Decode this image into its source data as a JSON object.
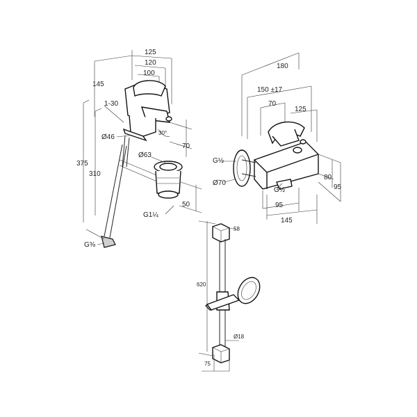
{
  "basin_mixer": {
    "dims": {
      "d125": "125",
      "d120": "120",
      "d100": "100",
      "d145": "145",
      "d1_30": "1-30",
      "d30deg": "30°",
      "d70": "70",
      "d46": "Ø46",
      "d375": "375",
      "d310": "310",
      "d63": "Ø63",
      "d50": "50",
      "g114": "G1¼",
      "g38": "G⅜"
    }
  },
  "bath_mixer": {
    "dims": {
      "d180": "180",
      "d150": "150 ±17",
      "d70": "70",
      "d125": "125",
      "g12_left": "G½",
      "d70dia": "Ø70",
      "g12_bottom": "G½",
      "d80": "80",
      "d95_right": "95",
      "d95_bottom": "95",
      "d145": "145"
    }
  },
  "shower_rail": {
    "dims": {
      "d58": "58",
      "d620": "620",
      "d18": "Ø18",
      "d75": "75"
    }
  }
}
